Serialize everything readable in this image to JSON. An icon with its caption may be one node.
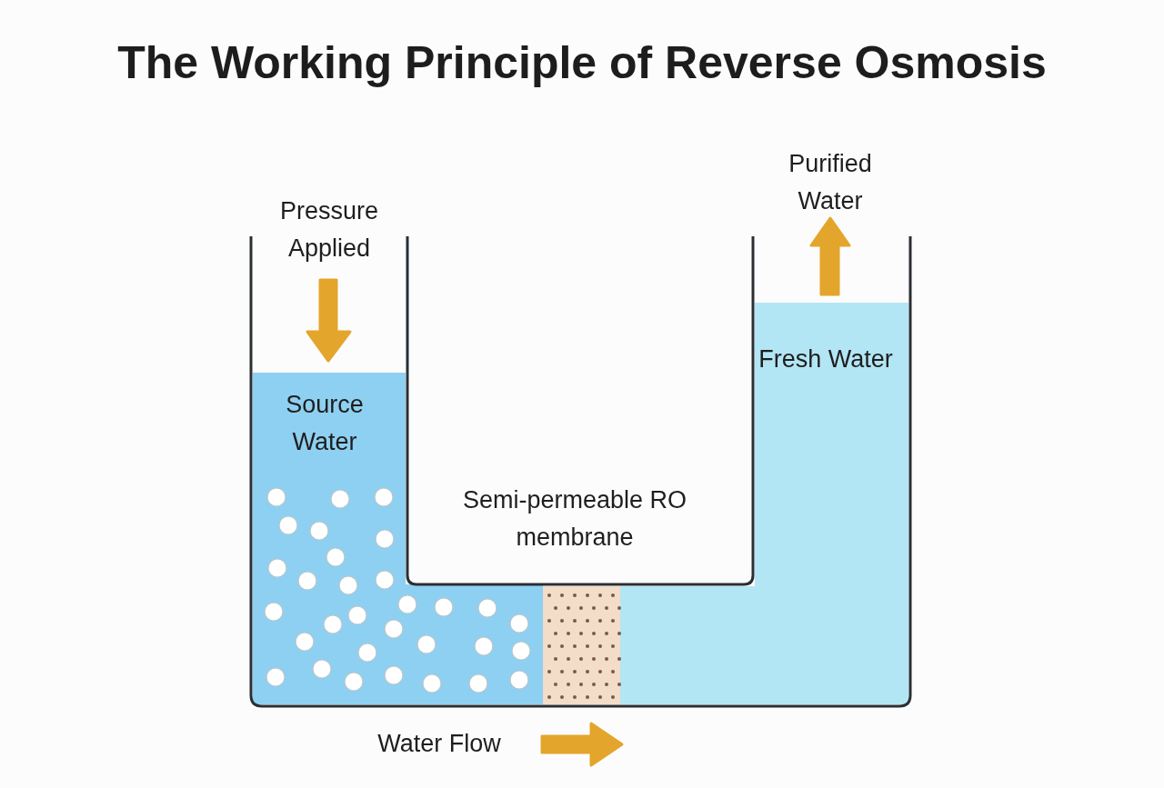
{
  "diagram": {
    "title": "The Working Principle of Reverse Osmosis",
    "labels": [
      "Purified Water",
      "Pressure Applied",
      "Fresh Water",
      "Source Water",
      "Semi-permeable RO membrane",
      "Water Flow"
    ]
  }
}
